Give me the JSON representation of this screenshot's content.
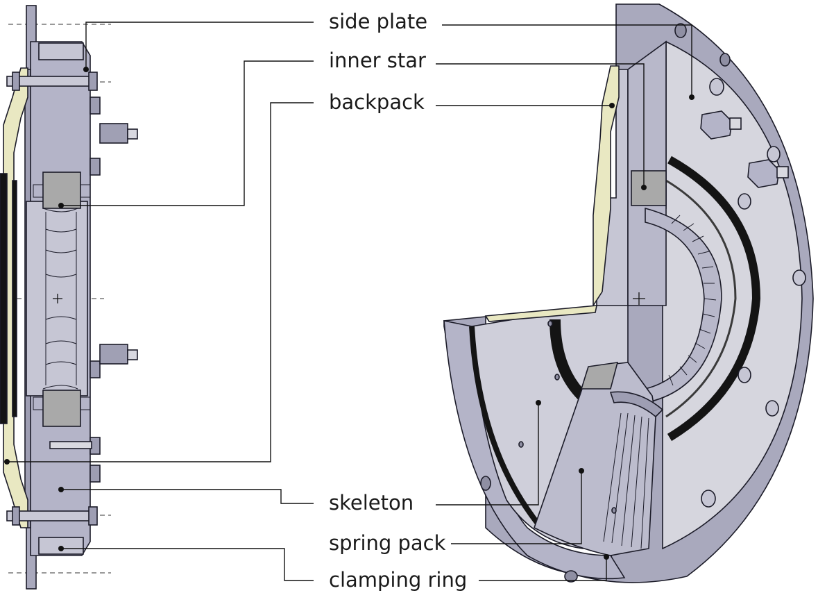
{
  "labels": {
    "side_plate": "side plate",
    "inner_star": "inner star",
    "backpack": "backpack",
    "skeleton": "skeleton",
    "spring_pack": "spring pack",
    "clamping_ring": "clamping ring"
  },
  "colors": {
    "metal_light": "#c6c6d2",
    "metal_mid": "#aeaec0",
    "metal_face": "#d9d9e0",
    "metal_dark": "#8f8fa3",
    "rubber_backpack": "#e9e8c2",
    "rubber_edge": "#b9b57a",
    "grey_block": "#a9a9a9",
    "black": "#141414"
  }
}
